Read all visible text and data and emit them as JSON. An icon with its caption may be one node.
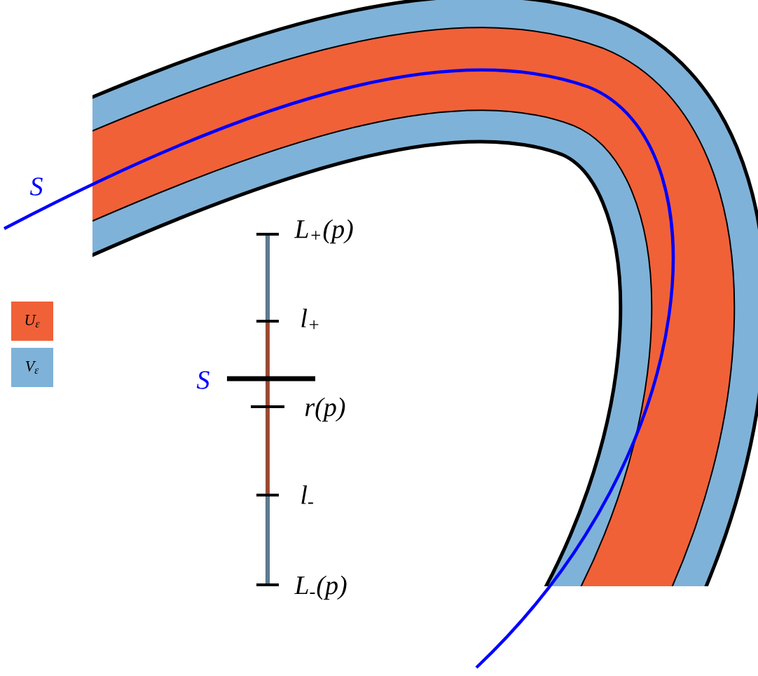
{
  "diagram": {
    "labels": [
      "S",
      "L$_{+}$(p)",
      "l$_{+}$",
      "S",
      "r(p)",
      "l$_{-}$",
      "L$_{-}$(p)"
    ],
    "legend": [
      {
        "text": "U$_{ε}$",
        "color": "#f06138"
      },
      {
        "text": "V$_{ε}$",
        "color": "#7fb2d8"
      }
    ]
  }
}
